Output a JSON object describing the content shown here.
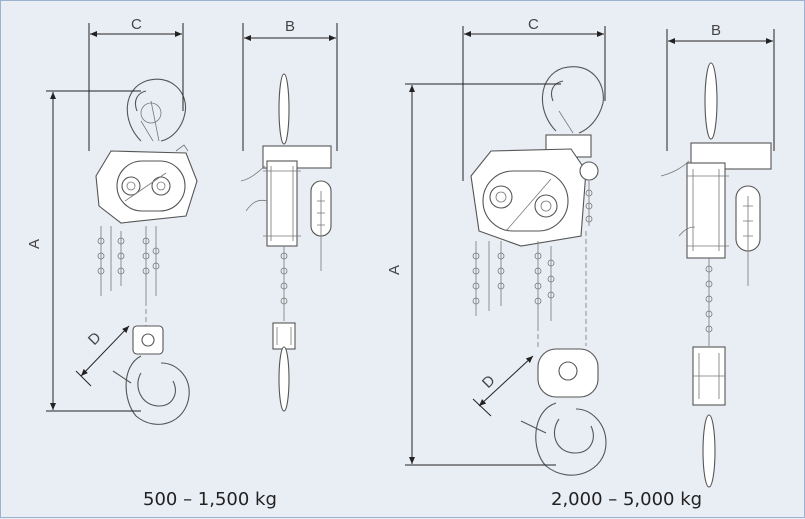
{
  "dimensions": {
    "c": "C",
    "b": "B",
    "a": "A",
    "d": "D"
  },
  "captions": {
    "small": "500 – 1,500 kg",
    "large": "2,000 – 5,000 kg"
  },
  "colors": {
    "background": "#e9eef5",
    "border": "#9db2cf",
    "drawing": "#555555"
  }
}
